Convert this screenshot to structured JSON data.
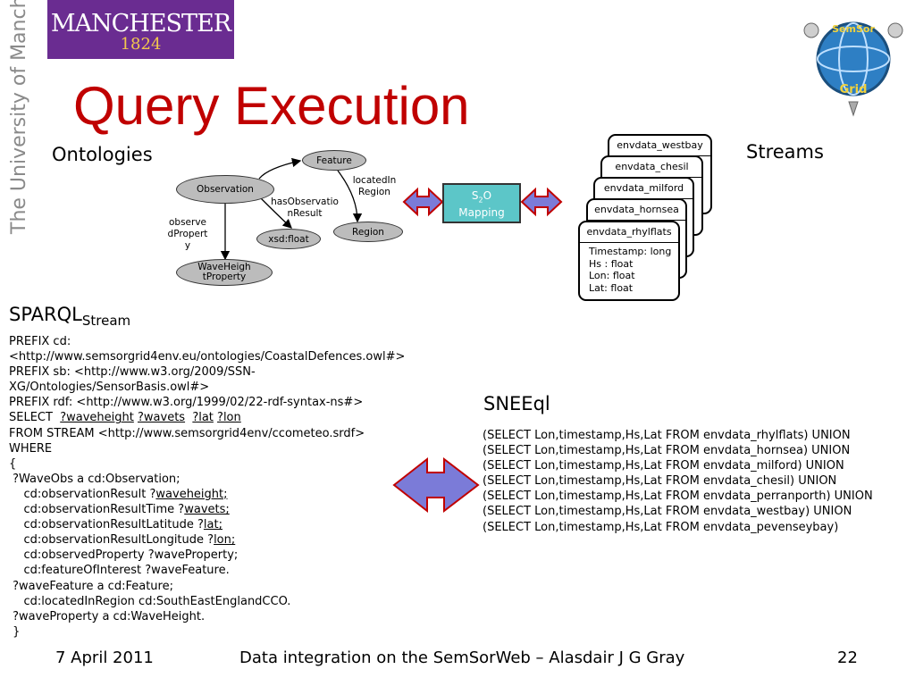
{
  "logo": {
    "name": "MANCHESTER",
    "year": "1824"
  },
  "side_text": "The University of Manchester",
  "title": "Query Execution",
  "ontologies_label": "Ontologies",
  "streams_label": "Streams",
  "diagram": {
    "feature": "Feature",
    "observation": "Observation",
    "region": "Region",
    "xsd_float": "xsd:float",
    "waveheight": "WaveHeigh tProperty",
    "located_in_region": "locatedIn Region",
    "has_observation_result": "hasObservatio nResult",
    "observed_property": "observe dPropert y"
  },
  "mapping": {
    "line1": "S",
    "sub": "2",
    "line1b": "O",
    "line2": "Mapping"
  },
  "streams": [
    {
      "name": "envdata_westbay"
    },
    {
      "name": "envdata_chesil"
    },
    {
      "name": "envdata_milford"
    },
    {
      "name": "envdata_hornsea"
    },
    {
      "name": "envdata_rhylflats",
      "fields": "Timestamp: long\nHs : float\nLon: float\nLat: float"
    }
  ],
  "sparql": {
    "heading": "SPARQL",
    "heading_sub": "Stream",
    "lines": {
      "l1": "PREFIX cd:",
      "l2": "<http://www.semsorgrid4env.eu/ontologies/CoastalDefences.owl#>",
      "l3": "PREFIX sb: <http://www.w3.org/2009/SSN-",
      "l4": "XG/Ontologies/SensorBasis.owl#>",
      "l5": "PREFIX rdf: <http://www.w3.org/1999/02/22-rdf-syntax-ns#>",
      "select_kw": "SELECT ",
      "v1": "?waveheight",
      "v2": "?wavets",
      "v3": "?lat",
      "v4": "?lon",
      "l7": "FROM STREAM <http://www.semsorgrid4env/ccometeo.srdf>",
      "l8": "WHERE",
      "l9": "{",
      "l10": " ?WaveObs a cd:Observation;",
      "l11a": "    cd:observationResult ?",
      "l11b": "waveheight;",
      "l12a": "    cd:observationResultTime ?",
      "l12b": "wavets;",
      "l13a": "    cd:observationResultLatitude ?",
      "l13b": "lat;",
      "l14a": "    cd:observationResultLongitude ?",
      "l14b": "lon;",
      "l15": "    cd:observedProperty ?waveProperty;",
      "l16": "    cd:featureOfInterest ?waveFeature.",
      "l17": " ?waveFeature a cd:Feature;",
      "l18": "    cd:locatedInRegion cd:SouthEastEnglandCCO.",
      "l19": " ?waveProperty a cd:WaveHeight.",
      "l20": " }"
    }
  },
  "sneeql": {
    "heading": "SNEEql",
    "lines": [
      "(SELECT Lon,timestamp,Hs,Lat FROM envdata_rhylflats) UNION",
      "(SELECT Lon,timestamp,Hs,Lat FROM envdata_hornsea) UNION",
      "(SELECT Lon,timestamp,Hs,Lat FROM envdata_milford) UNION",
      "(SELECT Lon,timestamp,Hs,Lat FROM envdata_chesil) UNION",
      "(SELECT Lon,timestamp,Hs,Lat FROM envdata_perranporth) UNION",
      "(SELECT Lon,timestamp,Hs,Lat FROM envdata_westbay) UNION",
      "(SELECT Lon,timestamp,Hs,Lat FROM envdata_pevenseybay)"
    ]
  },
  "semsor_logo": {
    "text_top": "SemSor",
    "text_bottom": "Grid"
  },
  "footer": {
    "date": "7 April 2011",
    "center": "Data integration on the SemSorWeb – Alasdair J G Gray",
    "page": "22"
  },
  "colors": {
    "title": "#c00000",
    "logo_bg": "#6a2c91",
    "mapping_bg": "#5cc6c8",
    "arrow_fill": "#7b7bd8",
    "arrow_border": "#c00000"
  }
}
